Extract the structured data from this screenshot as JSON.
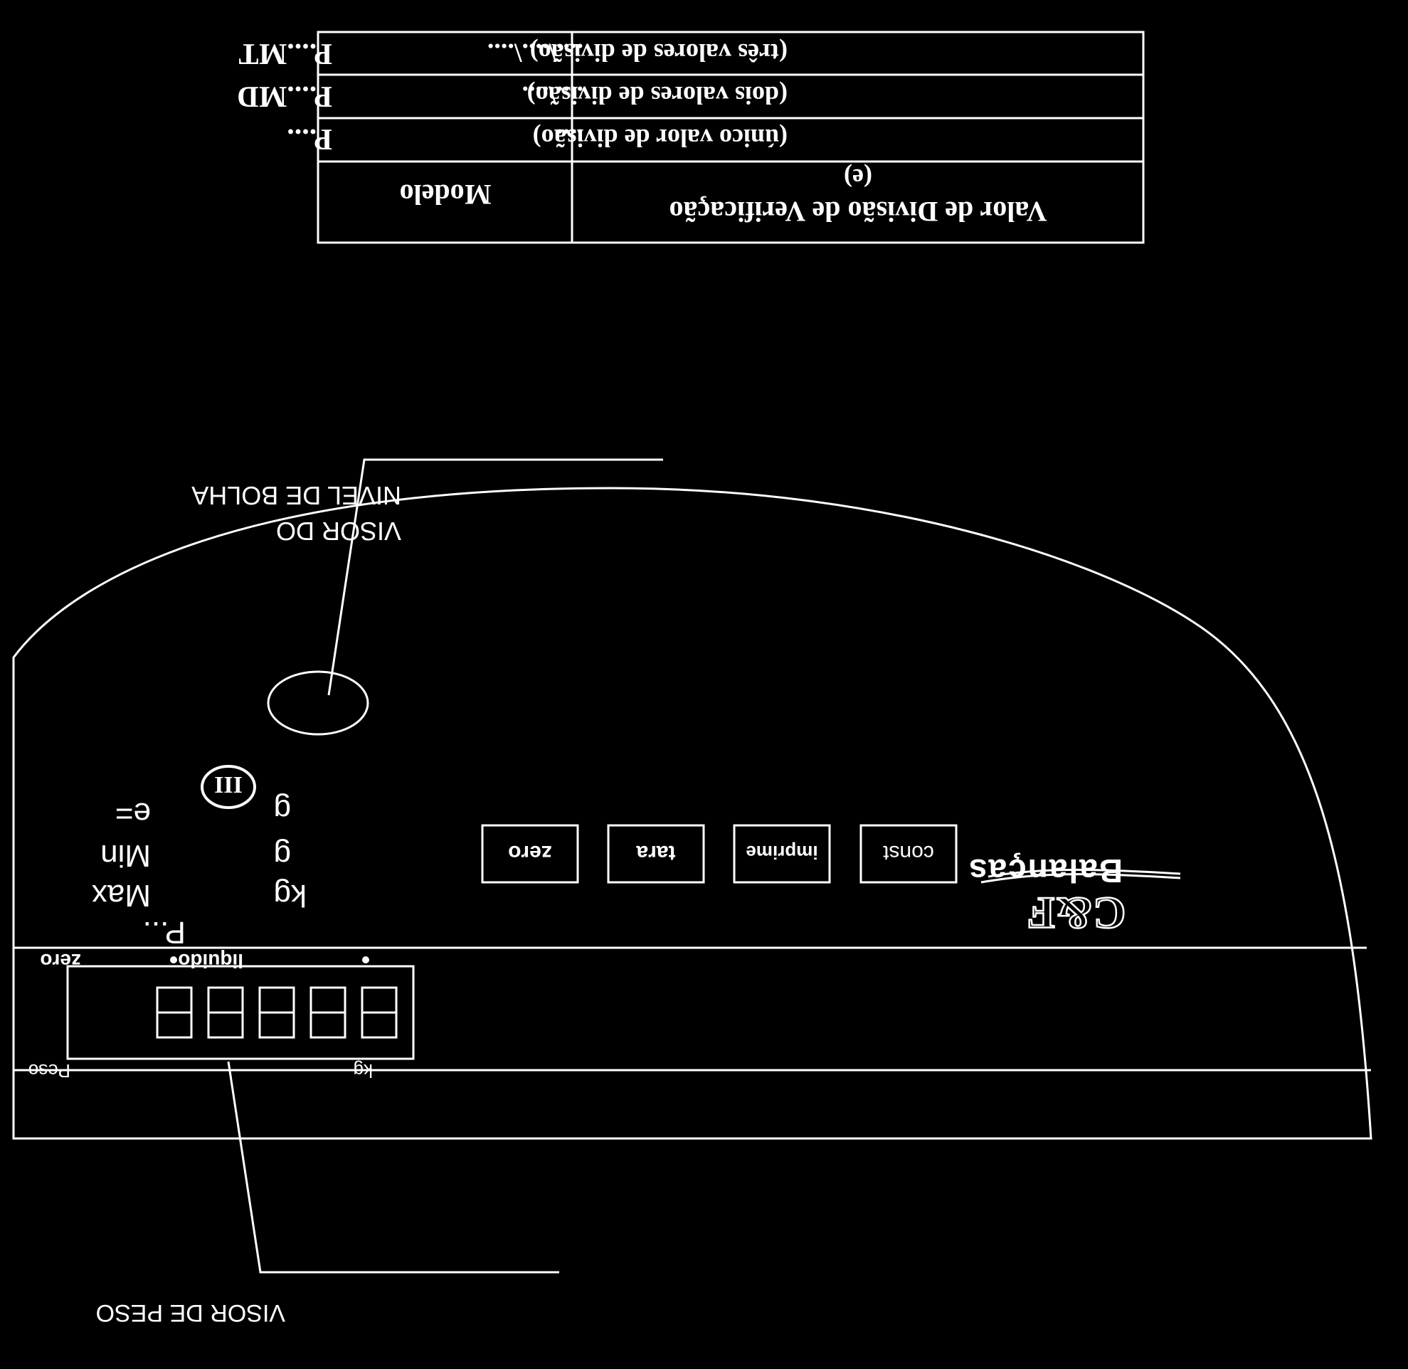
{
  "table": {
    "header_model": "Modelo",
    "header_value": "Valor de Divisão de Verificação",
    "header_value_sub": "(e)",
    "rows": [
      {
        "model": "P....",
        "value": "....",
        "note": "(único valor de divisão)"
      },
      {
        "model": "P....MD",
        "value": "....\\....",
        "note": "(dois valores de divisão)"
      },
      {
        "model": "P....MT",
        "value": "....\\....\\....",
        "note": "(três valores de divisão)"
      }
    ]
  },
  "callouts": {
    "bubble_line1": "VISOR DO",
    "bubble_line2": "NIVEL DE BOLHA",
    "weight": "VISOR DE PESO"
  },
  "panel": {
    "model": "P...",
    "max_label": "Max",
    "max_unit": "kg",
    "min_label": "Min",
    "min_unit": "g",
    "e_label": "e=",
    "e_unit": "g",
    "class_mark": "III",
    "buttons": [
      "zero",
      "tara",
      "imprime",
      "const"
    ],
    "brand_name": "Balanças",
    "brand_logo": "C&F",
    "indicator_zero": "zero",
    "indicator_liquido": "liquido",
    "display_digits": "88888",
    "display_left_label": "Peso",
    "display_right_label": "kg"
  }
}
